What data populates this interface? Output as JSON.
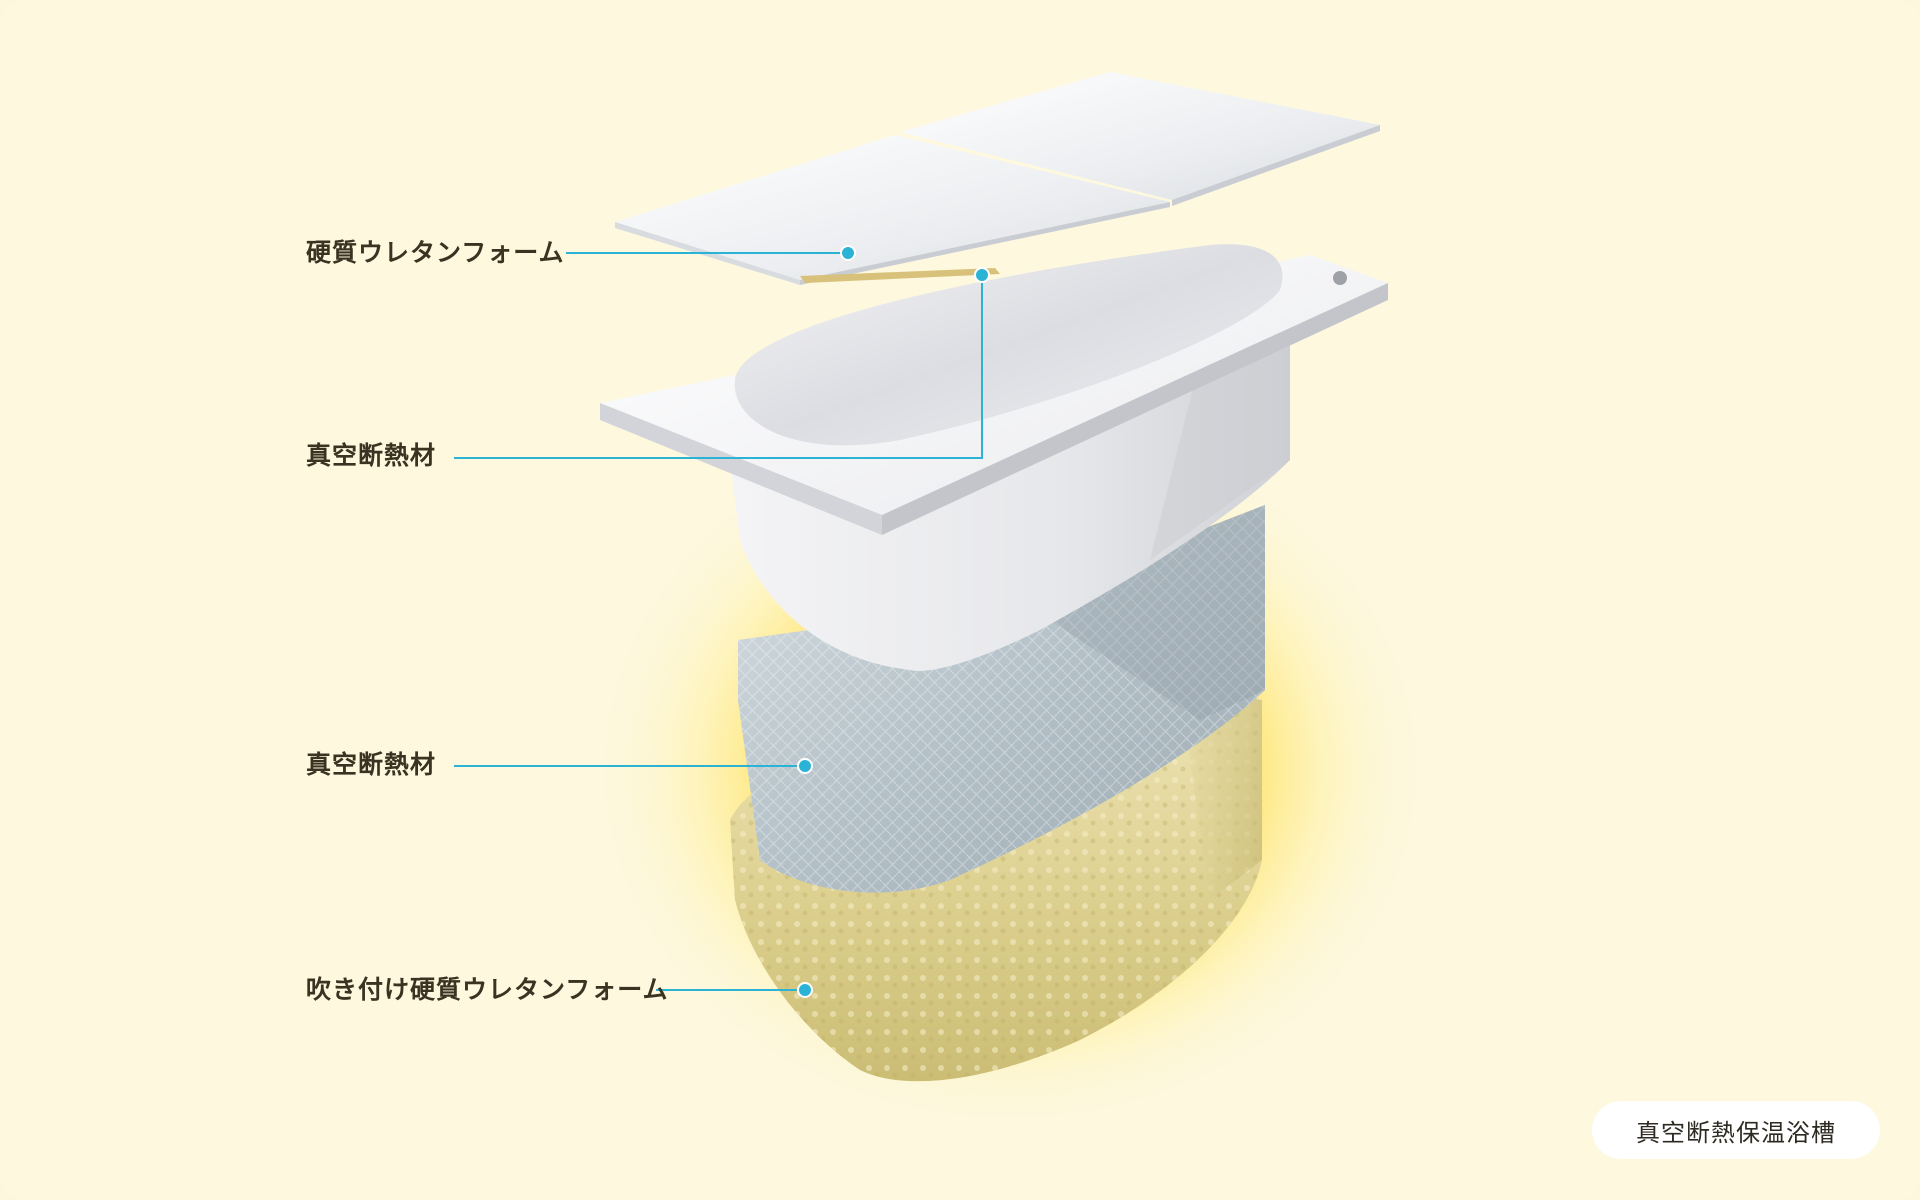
{
  "labels": {
    "lid_layer": "硬質ウレタンフォーム",
    "lid_core": "真空断熱材",
    "tub_wrap": "真空断熱材",
    "spray_foam": "吹き付け硬質ウレタンフォーム"
  },
  "badge": {
    "product_name": "真空断熱保温浴槽"
  },
  "colors": {
    "background": "#fdf8de",
    "glow": "#ffcc00",
    "leader_line": "#2bb3d6",
    "label_text": "#3b3322",
    "badge_bg": "#ffffff"
  }
}
